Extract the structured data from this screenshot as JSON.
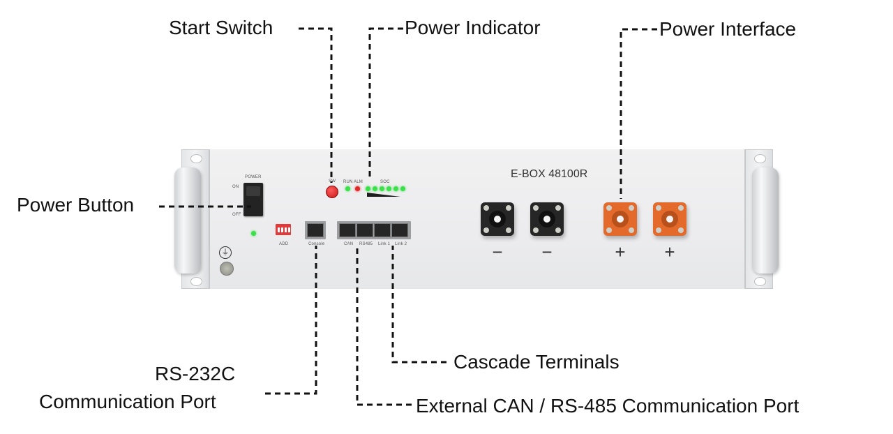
{
  "title": "E-BOX 48100R front panel diagram",
  "device": {
    "model": "E-BOX 48100R",
    "switch_labels": {
      "power": "POWER",
      "on": "ON",
      "off": "OFF"
    },
    "start_switch_label": "SW",
    "indicator_labels": {
      "run": "RUN",
      "alm": "ALM",
      "soc": "SOC"
    },
    "soc_led_count": 6,
    "dip_label": "ADD",
    "port_labels": {
      "console": "Console",
      "can": "CAN",
      "rs485": "RS485",
      "link1": "Link 1",
      "link2": "Link 2"
    },
    "terminals": [
      {
        "polarity": "−",
        "color": "#262626"
      },
      {
        "polarity": "−",
        "color": "#262626"
      },
      {
        "polarity": "+",
        "color": "#e36a2a"
      },
      {
        "polarity": "+",
        "color": "#e36a2a"
      }
    ],
    "ground_icon": "earth-ground-icon"
  },
  "callouts": {
    "start_switch": "Start Switch",
    "power_indicator": "Power Indicator",
    "power_interface": "Power Interface",
    "power_button": "Power Button",
    "rs232_line1": "RS-232C",
    "rs232_line2": "Communication Port",
    "cascade_terminals": "Cascade Terminals",
    "external_can": "External CAN / RS-485 Communication Port"
  },
  "colors": {
    "led_green": "#3be04a",
    "led_red": "#e12828",
    "positive_terminal": "#e36a2a",
    "negative_terminal": "#262626"
  }
}
